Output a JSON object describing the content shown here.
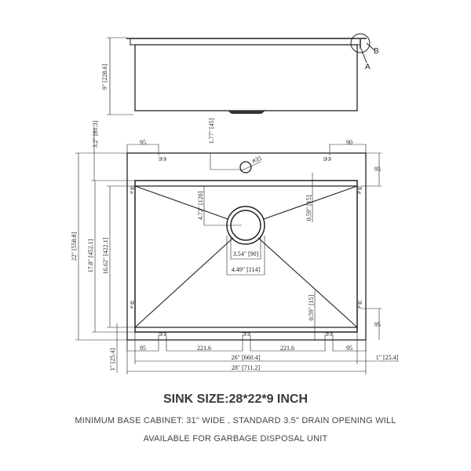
{
  "side_view": {
    "height_dim": "9\" [228.6]",
    "detail_labels": [
      "A",
      "B"
    ]
  },
  "top_view": {
    "dims": {
      "top_margin": "3.2\" [81.3]",
      "faucet_offset": "1.77\" [45]",
      "faucet_hole": "ø35",
      "clip_top_left": "95",
      "clip_top_right": "90",
      "clip_right_top": "95",
      "clip_right_bottom": "95",
      "overall_depth": "22\" [558.8]",
      "bowl_depth_outer": "17.8\" [452.1]",
      "bowl_depth_inner": "16.62\" [422.1]",
      "drain_offset": "4.72\" [120]",
      "slope_top": "0.59\" [15]",
      "slope_bottom": "0.59\" [15]",
      "drain_inner": "3.54\" [90]",
      "drain_outer": "4.49\" [114]",
      "bottom_clip_left": "95",
      "bottom_spacing_1": "221.6",
      "bottom_spacing_2": "221.6",
      "bottom_clip_right": "95",
      "bowl_width": "26\" [660.4]",
      "overall_width": "28\" [711.2]",
      "right_margin": "1\" [25.4]",
      "bottom_margin": "1\" [25.4]"
    }
  },
  "caption": {
    "title": "SINK SIZE:28*22*9 INCH",
    "line1": "MINIMUM BASE CABINET: 31\" WIDE , STANDARD 3.5\" DRAIN OPENING WILL",
    "line2": "AVAILABLE FOR GARBAGE DISPOSAL UNIT"
  }
}
